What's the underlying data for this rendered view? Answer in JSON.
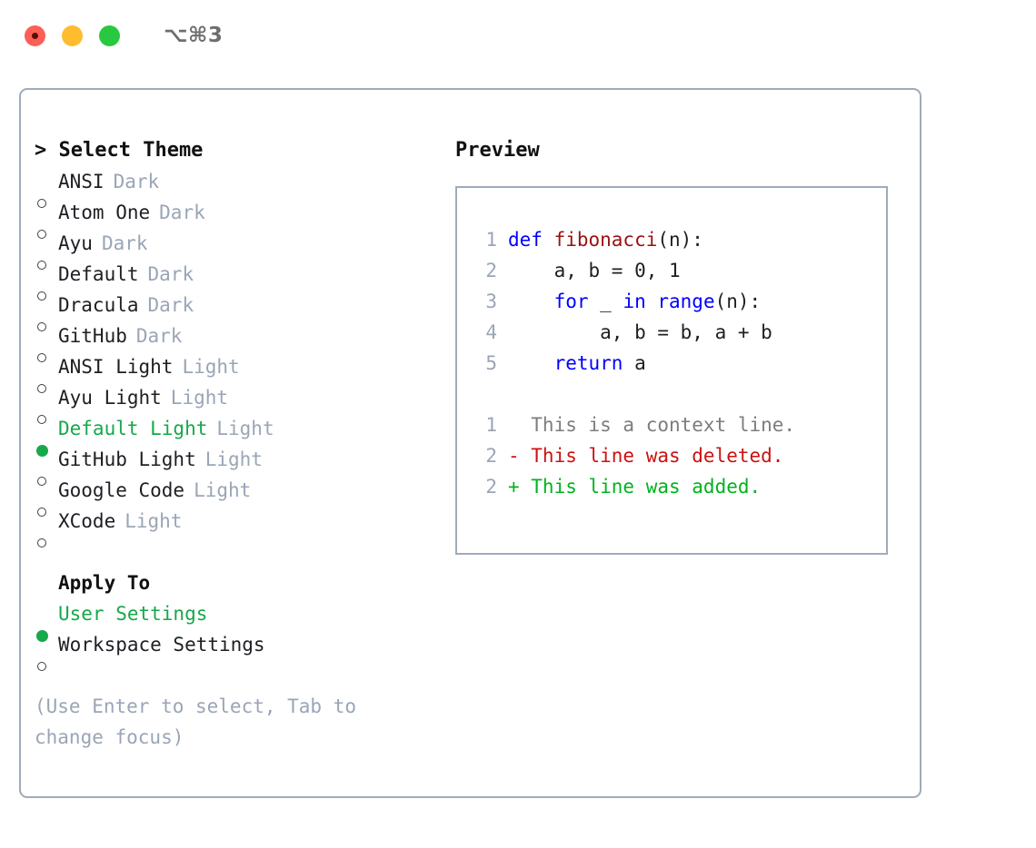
{
  "window": {
    "title": "⌥⌘3",
    "controls": [
      {
        "name": "close",
        "color": "#fc5f57"
      },
      {
        "name": "minimize",
        "color": "#febc2e"
      },
      {
        "name": "maximize",
        "color": "#28c840"
      }
    ]
  },
  "left": {
    "heading": "> Select Theme",
    "themes": [
      {
        "marker": "○",
        "label": "ANSI",
        "tag": "Dark",
        "selected": false
      },
      {
        "marker": "○",
        "label": "Atom One",
        "tag": "Dark",
        "selected": false
      },
      {
        "marker": "○",
        "label": "Ayu",
        "tag": "Dark",
        "selected": false
      },
      {
        "marker": "○",
        "label": "Default",
        "tag": "Dark",
        "selected": false
      },
      {
        "marker": "○",
        "label": "Dracula",
        "tag": "Dark",
        "selected": false
      },
      {
        "marker": "○",
        "label": "GitHub",
        "tag": "Dark",
        "selected": false
      },
      {
        "marker": "○",
        "label": "ANSI Light",
        "tag": "Light",
        "selected": false
      },
      {
        "marker": "○",
        "label": "Ayu Light",
        "tag": "Light",
        "selected": false
      },
      {
        "marker": "●",
        "label": "Default Light",
        "tag": "Light",
        "selected": true
      },
      {
        "marker": "○",
        "label": "GitHub Light",
        "tag": "Light",
        "selected": false
      },
      {
        "marker": "○",
        "label": "Google Code",
        "tag": "Light",
        "selected": false
      },
      {
        "marker": "○",
        "label": "XCode",
        "tag": "Light",
        "selected": false
      }
    ],
    "apply_to": {
      "heading": "Apply To",
      "options": [
        {
          "marker": "●",
          "label": "User Settings",
          "selected": true
        },
        {
          "marker": "○",
          "label": "Workspace Settings",
          "selected": false
        }
      ]
    },
    "hint": "(Use Enter to select, Tab to change focus)"
  },
  "right": {
    "title": "Preview",
    "code": [
      {
        "no": "1",
        "segments": [
          {
            "text": "def ",
            "style": "kw"
          },
          {
            "text": "fibonacci",
            "style": "fn"
          },
          {
            "text": "(n):",
            "style": "plain"
          }
        ]
      },
      {
        "no": "2",
        "segments": [
          {
            "text": "    a, b = 0, 1",
            "style": "plain"
          }
        ]
      },
      {
        "no": "3",
        "segments": [
          {
            "text": "    ",
            "style": "plain"
          },
          {
            "text": "for",
            "style": "kw"
          },
          {
            "text": " _ ",
            "style": "plain"
          },
          {
            "text": "in range",
            "style": "kw"
          },
          {
            "text": "(n):",
            "style": "plain"
          }
        ]
      },
      {
        "no": "4",
        "segments": [
          {
            "text": "        a, b = b, a + b",
            "style": "plain"
          }
        ]
      },
      {
        "no": "5",
        "segments": [
          {
            "text": "    ",
            "style": "plain"
          },
          {
            "text": "return",
            "style": "kw"
          },
          {
            "text": " a",
            "style": "plain"
          }
        ]
      }
    ],
    "diff": [
      {
        "no": "1",
        "text": "  This is a context line.",
        "style": "diff-ctx"
      },
      {
        "no": "2",
        "text": "- This line was deleted.",
        "style": "diff-del"
      },
      {
        "no": "2",
        "text": "+ This line was added.",
        "style": "diff-add"
      }
    ]
  },
  "colors": {
    "accent_green": "#16a84a",
    "muted": "#9aa5b6",
    "keyword_blue": "#0000ff",
    "function_red": "#9b1010",
    "diff_delete": "#cc1111",
    "diff_add": "#00b31e",
    "border": "#9fabba"
  }
}
